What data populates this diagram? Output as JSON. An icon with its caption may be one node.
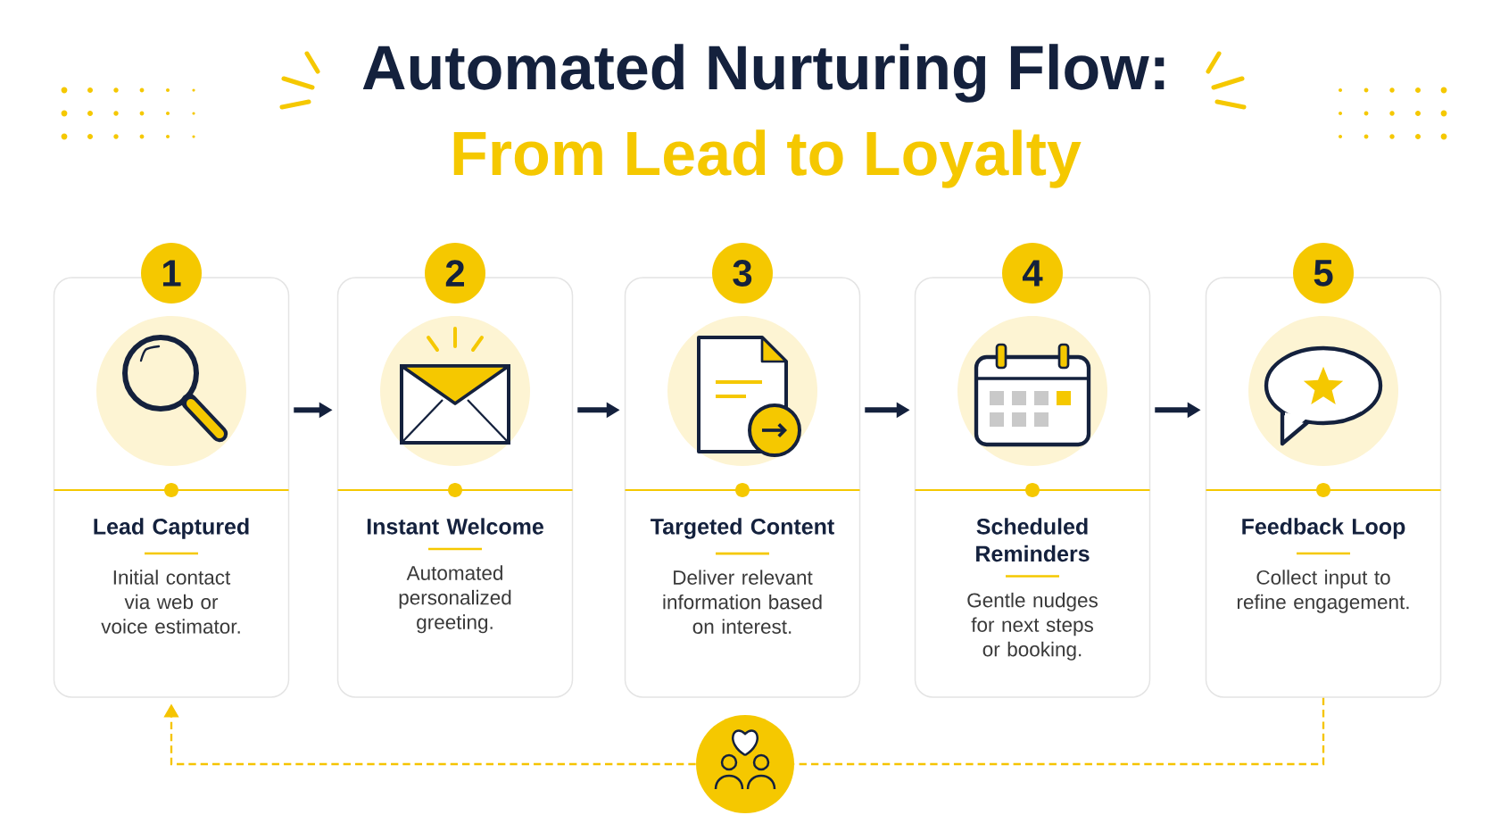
{
  "diagram": {
    "title": "Automated Nurturing Flow:",
    "labels": [
      "From Lead to Loyalty"
    ],
    "nodes": [
      {
        "text": [
          "1",
          "Lead Captured",
          "Initial contact via web or voice estimator."
        ]
      },
      {
        "text": [
          "2",
          "Instant Welcome",
          "Automated personalized greeting."
        ]
      },
      {
        "text": [
          "3",
          "Targeted Content",
          "Deliver relevant information based on interest."
        ]
      },
      {
        "text": [
          "4",
          "Scheduled Reminders",
          "Gentle nudges for next steps or booking."
        ]
      },
      {
        "text": [
          "5",
          "Feedback Loop",
          "Collect input to refine engagement."
        ]
      },
      {
        "text": [],
        "shape": "circle"
      }
    ],
    "edges": [
      {
        "from": 0,
        "to": 1,
        "arrow": "to"
      },
      {
        "from": 1,
        "to": 2,
        "arrow": "to"
      },
      {
        "from": 2,
        "to": 3,
        "arrow": "to"
      },
      {
        "from": 3,
        "to": 4,
        "arrow": "to"
      },
      {
        "from": 4,
        "to": 5,
        "arrow": "none",
        "style": "dashed",
        "color": "#f5c400"
      },
      {
        "from": 5,
        "to": 0,
        "arrow": "to",
        "style": "dashed",
        "color": "#f5c400"
      }
    ]
  }
}
